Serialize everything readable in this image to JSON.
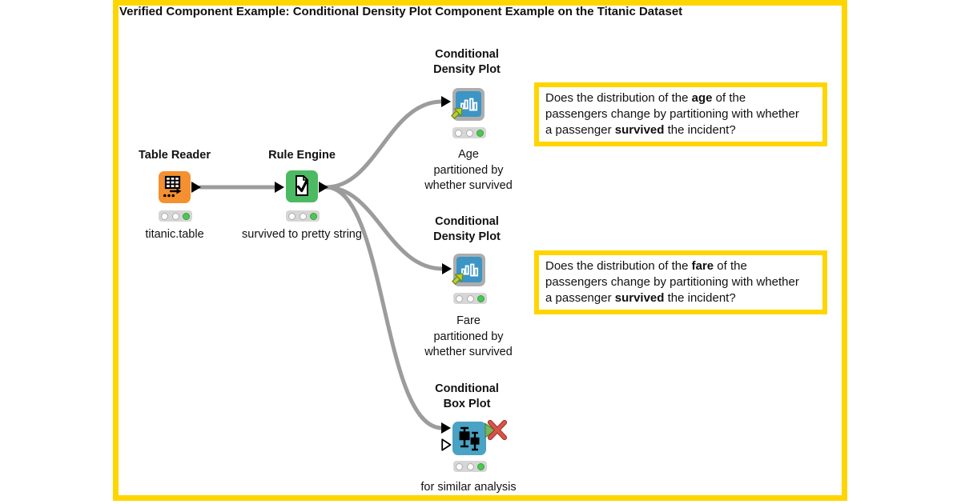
{
  "title": "Verified Component Example: Conditional Density Plot Component Example on the Titanic Dataset",
  "colors": {
    "annotation_border": "#FFD500",
    "table_reader_node": "#F49030",
    "rule_engine_node": "#4CB963",
    "component_frame": "#ADADAD",
    "component_icon_bg": "#3C95C4",
    "box_plot_node": "#4AA2C4",
    "wire": "#9C9C9C",
    "status_green": "#4DC753",
    "error_x": "#D9534A"
  },
  "icons": {
    "table_reader": "table-with-arrow-icon",
    "rule_engine": "document-checkmark-icon",
    "conditional_density_plot": "bar-chart-icon",
    "component_link": "green-arrow-up-right-icon",
    "box_plot": "box-plot-glyphs-icon",
    "output_error": "red-x-on-green-port-icon"
  },
  "nodes": {
    "table_reader": {
      "name": "Table Reader",
      "comment": "titanic.table",
      "status": "executed"
    },
    "rule_engine": {
      "name": "Rule Engine",
      "comment": "survived to pretty string",
      "status": "executed"
    },
    "cdp_age": {
      "name_line1": "Conditional",
      "name_line2": "Density Plot",
      "comment_line1": "Age",
      "comment_line2": "partitioned by",
      "comment_line3": "whether survived",
      "status": "executed"
    },
    "cdp_fare": {
      "name_line1": "Conditional",
      "name_line2": "Density Plot",
      "comment_line1": "Fare",
      "comment_line2": "partitioned by",
      "comment_line3": "whether survived",
      "status": "executed"
    },
    "box_plot": {
      "name_line1": "Conditional",
      "name_line2": "Box Plot",
      "comment": "for similar analysis",
      "status": "executed"
    }
  },
  "annotations": {
    "age_question": {
      "line1_pre": "Does the distribution of the ",
      "line1_bold": "age",
      "line1_post": " of the",
      "line2": "passengers change by partitioning with whether",
      "line3_pre": "a passenger ",
      "line3_bold": "survived",
      "line3_post": " the incident?"
    },
    "fare_question": {
      "line1_pre": "Does the distribution of the ",
      "line1_bold": "fare",
      "line1_post": " of the",
      "line2": "passengers change by partitioning with whether",
      "line3_pre": "a passenger ",
      "line3_bold": "survived",
      "line3_post": " the incident?"
    }
  }
}
